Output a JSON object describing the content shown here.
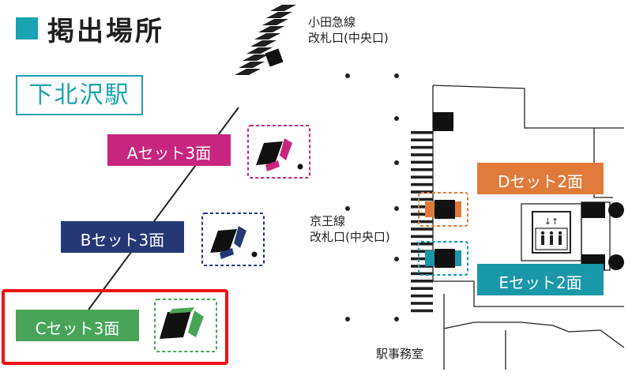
{
  "title": "掲出場所",
  "station": "下北沢駅",
  "gates": {
    "odakyu": [
      "小田急線",
      "改札口(中央口)"
    ],
    "keio": [
      "京王線",
      "改札口(中央口)"
    ]
  },
  "station_office": "駅事務室",
  "sets": [
    {
      "id": "A",
      "label": "Aセット3面",
      "color": "#c8267d"
    },
    {
      "id": "B",
      "label": "Bセット3面",
      "color": "#253875"
    },
    {
      "id": "C",
      "label": "Cセット3面",
      "color": "#48a557"
    },
    {
      "id": "D",
      "label": "Dセット2面",
      "color": "#e07a3b"
    },
    {
      "id": "E",
      "label": "Eセット2面",
      "color": "#1a97a8"
    }
  ],
  "elevator_icon": "elevator-icon",
  "highlight_color": "#ee1111",
  "accent_color": "#1aa3b0"
}
